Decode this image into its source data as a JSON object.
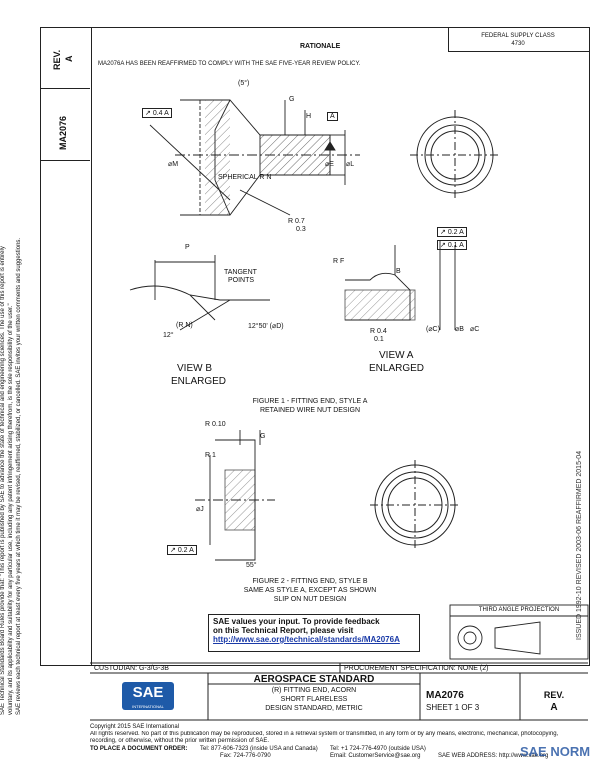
{
  "side_margin": {
    "rev_label": "REV.",
    "rev_value": "A",
    "doc_number": "MA2076",
    "note_line1": "SAE Technical Standards Board Rules provide that: \"This report is published by SAE to advance the state of technical and engineering sciences. The use of this report is entirely",
    "note_line2": "voluntary, and its applicability and suitability for any particular use, including any patent infringement arising therefrom, is the sole responsibility of the user.\"",
    "note_line3": "SAE reviews each technical report at least every five years at which time it may be revised, reaffirmed, stabilized, or cancelled. SAE invites your written comments and suggestions.",
    "history": "ISSUED 1992-10    REVISED 2003-06    REAFFIRMED 2015-04"
  },
  "header": {
    "rationale_title": "RATIONALE",
    "rationale_text": "MA2076A HAS BEEN REAFFIRMED TO COMPLY WITH THE SAE FIVE-YEAR REVIEW POLICY.",
    "fed_code": "FEDERAL SUPPLY CLASS",
    "fed_value": "4730"
  },
  "figure1": {
    "caption_line1": "FIGURE 1 - FITTING END, STYLE A",
    "caption_line2": "RETAINED WIRE NUT DESIGN",
    "labels": {
      "five_deg": "(5°)",
      "g": "G",
      "h": "H",
      "a": "A",
      "phiM": "⌀M",
      "phiE": "⌀E",
      "phiL": "⌀L",
      "spherical": "SPHERICAL R N",
      "r07": "R 0.7",
      "r03": "0.3",
      "tol04": "0.4",
      "tolA": "A",
      "p": "P",
      "tangent1": "TANGENT",
      "tangent2": "POINTS",
      "rn": "(R N)",
      "twelve": "12°",
      "angle": "12°50' (⌀D)",
      "view_b1": "VIEW B",
      "view_b2": "ENLARGED",
      "rf": "R F",
      "b": "B",
      "r04": "R 0.4",
      "r01": "0.1",
      "phiC": "(⌀C)",
      "phiB": "⌀B",
      "phiC2": "⌀C",
      "tol02": "0.2",
      "tol01": "0.1",
      "view_a1": "VIEW A",
      "view_a2": "ENLARGED"
    }
  },
  "figure2": {
    "caption_line1": "FIGURE 2 - FITTING END, STYLE B",
    "caption_line2": "SAME AS STYLE A, EXCEPT AS SHOWN",
    "caption_line3": "SLIP ON NUT DESIGN",
    "labels": {
      "r010": "R 0.10",
      "g": "G",
      "r1": "R 1",
      "phiJ": "⌀J",
      "tol02": "0.2",
      "tolA": "A",
      "angle55": "55°"
    }
  },
  "projection": {
    "label": "THIRD ANGLE PROJECTION"
  },
  "feedback": {
    "line1": "SAE values your input. To provide feedback",
    "line2": "on this Technical Report, please visit",
    "url": "http://www.sae.org/technical/standards/MA2076A"
  },
  "title_block": {
    "custodian": "CUSTODIAN: G-3/G-3B",
    "procurement": "PROCUREMENT SPECIFICATION: NONE (2)",
    "logo_text": "SAE",
    "logo_sub": "INTERNATIONAL",
    "standard": "AEROSPACE STANDARD",
    "title_line1": "(R) FITTING END, ACORN",
    "title_line2": "SHORT FLARELESS",
    "title_line3": "DESIGN STANDARD, METRIC",
    "doc_number": "MA2076",
    "sheet": "SHEET 1 OF 3",
    "rev_label": "REV.",
    "rev_value": "A"
  },
  "footer": {
    "copyright": "Copyright 2015 SAE International",
    "rights": "All rights reserved. No part of this publication may be reproduced, stored in a retrieval system or transmitted, in any form or by any means, electronic, mechanical, photocopying,",
    "rights2": "recording, or otherwise, without the prior written permission of SAE.",
    "order": "TO PLACE A DOCUMENT ORDER:",
    "tel1": "Tel: 877-606-7323 (inside USA and Canada)",
    "tel2": "Tel: +1 724-776-4970 (outside USA)",
    "fax": "Fax: 724-776-0790",
    "email": "Email: CustomerService@sae.org",
    "web": "SAE WEB ADDRESS: http://www.sae.org",
    "watermark": "SAE NORM"
  }
}
